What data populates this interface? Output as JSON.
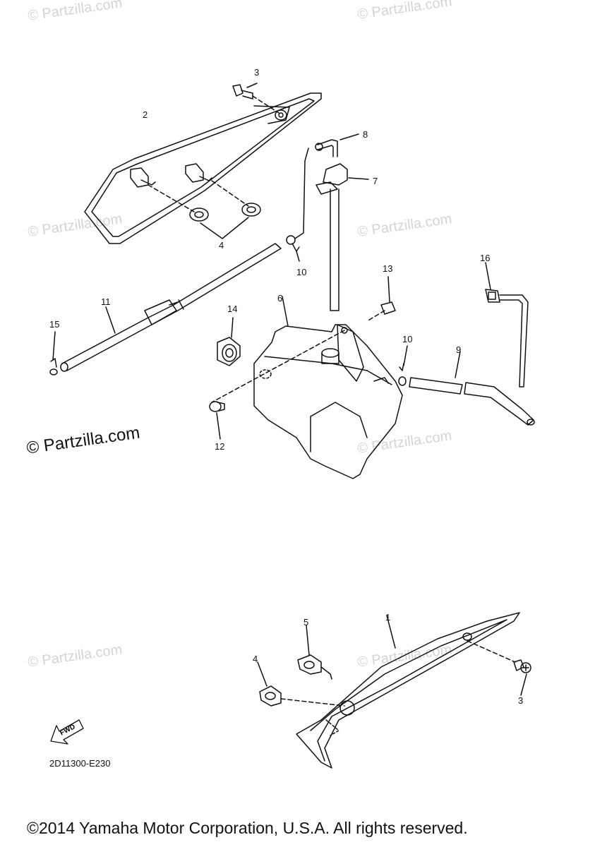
{
  "watermark": {
    "text": "© Partzilla.com",
    "main_text": "© Partzilla.com"
  },
  "callouts": {
    "c1": "1",
    "c2": "2",
    "c3a": "3",
    "c3b": "3",
    "c4a": "4",
    "c4b": "4",
    "c5": "5",
    "c6": "6",
    "c7": "7",
    "c8": "8",
    "c9": "9",
    "c10a": "10",
    "c10b": "10",
    "c11": "11",
    "c12": "12",
    "c13": "13",
    "c14": "14",
    "c15": "15",
    "c16": "16"
  },
  "fwd_label": "FWD",
  "diagram_code": "2D11300-E230",
  "copyright": "©2014 Yamaha Motor Corporation, U.S.A. All rights reserved."
}
